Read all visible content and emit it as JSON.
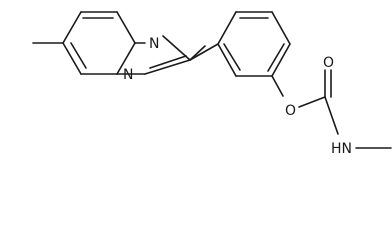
{
  "diagram": {
    "type": "chemical-structure",
    "atoms": [
      {
        "id": "n_ring",
        "label": "N"
      },
      {
        "id": "n_bridge",
        "label": "N"
      },
      {
        "id": "o_ester",
        "label": "O"
      },
      {
        "id": "o_carbonyl",
        "label": "O"
      },
      {
        "id": "nh",
        "label": "HN"
      }
    ],
    "colors": {
      "line": "#1a1a1a",
      "background": "#ffffff"
    }
  }
}
